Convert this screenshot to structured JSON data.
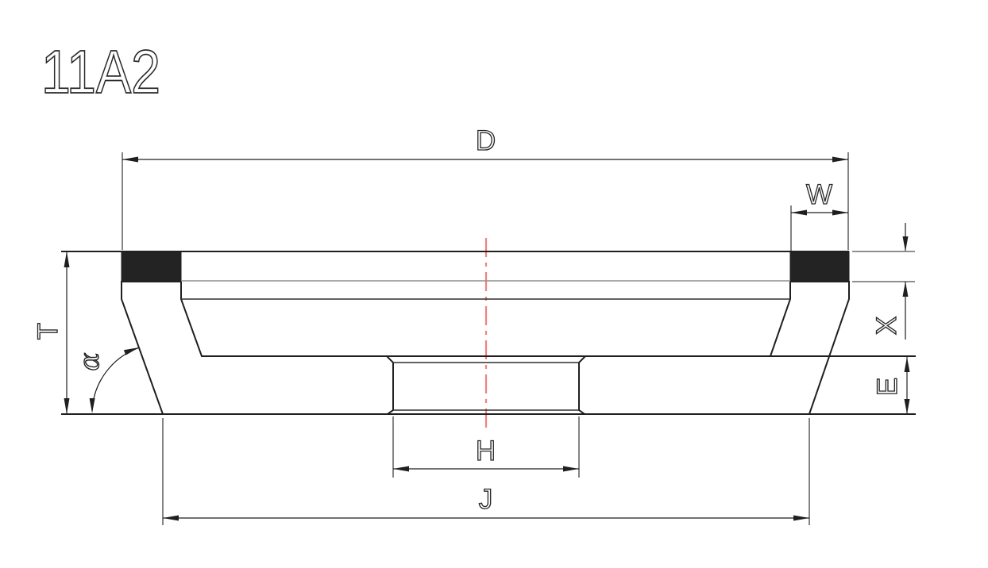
{
  "title": "11A2",
  "dimension_labels": {
    "outer_diameter": "D",
    "rim_width": "W",
    "overall_thickness": "T",
    "abrasive_depth": "X",
    "back_thickness": "E",
    "bore_diameter": "H",
    "back_diameter": "J",
    "flare_angle": "α"
  },
  "colors": {
    "ink": "#1f1f1f",
    "secondary_line": "#8f8f8f",
    "hatch_line": "#6a6a6a",
    "abrasive_fill": "#232323",
    "centerline_red": "#f08080",
    "background": "#ffffff"
  }
}
